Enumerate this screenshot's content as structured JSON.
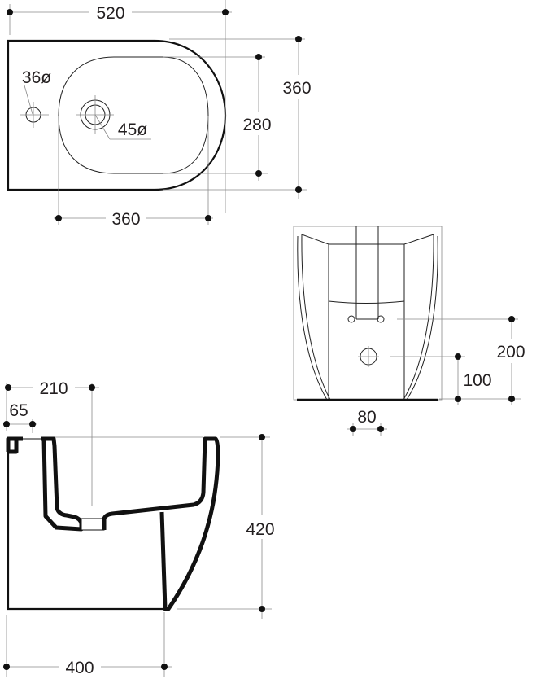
{
  "top_view": {
    "overall_length": "520",
    "overall_width": "360",
    "bowl_width": "280",
    "bowl_length": "360",
    "tap_hole": "36ø",
    "drain_hole": "45ø"
  },
  "front_view": {
    "supply_height": "200",
    "waste_height": "100",
    "waste_spacing": "80"
  },
  "side_view": {
    "drain_offset": "210",
    "tap_offset": "65",
    "height": "420",
    "depth": "400"
  }
}
